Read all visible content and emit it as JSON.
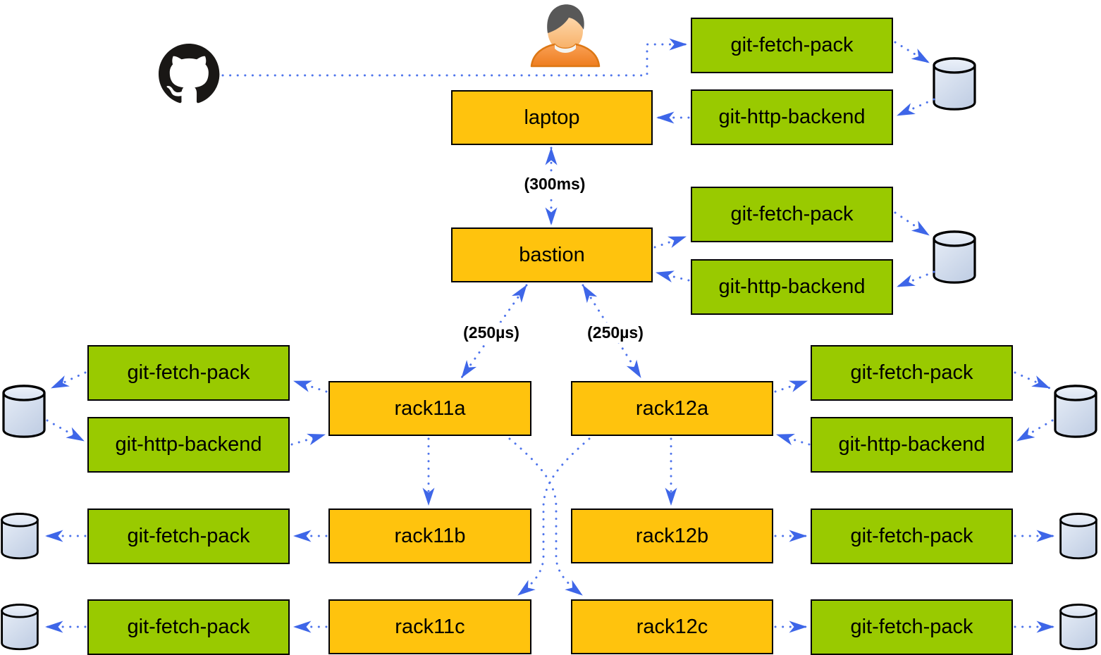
{
  "diagram": {
    "description": "git mirror fan-out architecture diagram",
    "nodes": {
      "laptop": "laptop",
      "bastion": "bastion",
      "rack11a": "rack11a",
      "rack11b": "rack11b",
      "rack11c": "rack11c",
      "rack12a": "rack12a",
      "rack12b": "rack12b",
      "rack12c": "rack12c"
    },
    "services": {
      "fetch_pack": "git-fetch-pack",
      "http_backend": "git-http-backend"
    },
    "edge_labels": {
      "laptop_bastion": "(300ms)",
      "bastion_rack11a": "(250µs)",
      "bastion_rack12a": "(250µs)"
    },
    "icons": {
      "source": "github-icon",
      "user": "person-icon",
      "repository": "database-icon"
    },
    "colors": {
      "node_fill": "#FFC30D",
      "service_fill": "#99CA00",
      "arrow_blue": "#3E66E8",
      "dot_blue": "#4E74EC",
      "database_fill": "#D5DFEF",
      "border": "#000000"
    },
    "edges": [
      {
        "from": "github",
        "to": "laptop.git-fetch-pack"
      },
      {
        "from": "laptop.git-fetch-pack",
        "to": "laptop.repo"
      },
      {
        "from": "laptop.repo",
        "to": "laptop.git-http-backend"
      },
      {
        "from": "laptop.git-http-backend",
        "to": "laptop"
      },
      {
        "from": "laptop",
        "to": "bastion",
        "bidirectional": true,
        "label": "(300ms)"
      },
      {
        "from": "bastion",
        "to": "bastion.git-fetch-pack"
      },
      {
        "from": "bastion.git-fetch-pack",
        "to": "bastion.repo"
      },
      {
        "from": "bastion.repo",
        "to": "bastion.git-http-backend"
      },
      {
        "from": "bastion.git-http-backend",
        "to": "bastion"
      },
      {
        "from": "bastion",
        "to": "rack11a",
        "bidirectional": true,
        "label": "(250µs)"
      },
      {
        "from": "bastion",
        "to": "rack12a",
        "bidirectional": true,
        "label": "(250µs)"
      },
      {
        "from": "rack11a.git-fetch-pack",
        "to": "rack11a.repo"
      },
      {
        "from": "rack11a",
        "to": "rack11a.git-fetch-pack"
      },
      {
        "from": "rack11a.repo",
        "to": "rack11a.git-http-backend"
      },
      {
        "from": "rack11a.git-http-backend",
        "to": "rack11a"
      },
      {
        "from": "rack12a",
        "to": "rack12a.git-fetch-pack"
      },
      {
        "from": "rack12a.git-fetch-pack",
        "to": "rack12a.repo"
      },
      {
        "from": "rack12a.repo",
        "to": "rack12a.git-http-backend"
      },
      {
        "from": "rack12a.git-http-backend",
        "to": "rack12a"
      },
      {
        "from": "rack11a",
        "to": "rack11b"
      },
      {
        "from": "rack12a",
        "to": "rack12b"
      },
      {
        "from": "rack11a",
        "to": "rack12c"
      },
      {
        "from": "rack12a",
        "to": "rack11c"
      },
      {
        "from": "rack11b",
        "to": "rack11b.git-fetch-pack"
      },
      {
        "from": "rack11b.git-fetch-pack",
        "to": "rack11b.repo"
      },
      {
        "from": "rack12b",
        "to": "rack12b.git-fetch-pack"
      },
      {
        "from": "rack12b.git-fetch-pack",
        "to": "rack12b.repo"
      },
      {
        "from": "rack11c",
        "to": "rack11c.git-fetch-pack"
      },
      {
        "from": "rack11c.git-fetch-pack",
        "to": "rack11c.repo"
      },
      {
        "from": "rack12c",
        "to": "rack12c.git-fetch-pack"
      },
      {
        "from": "rack12c.git-fetch-pack",
        "to": "rack12c.repo"
      }
    ]
  }
}
